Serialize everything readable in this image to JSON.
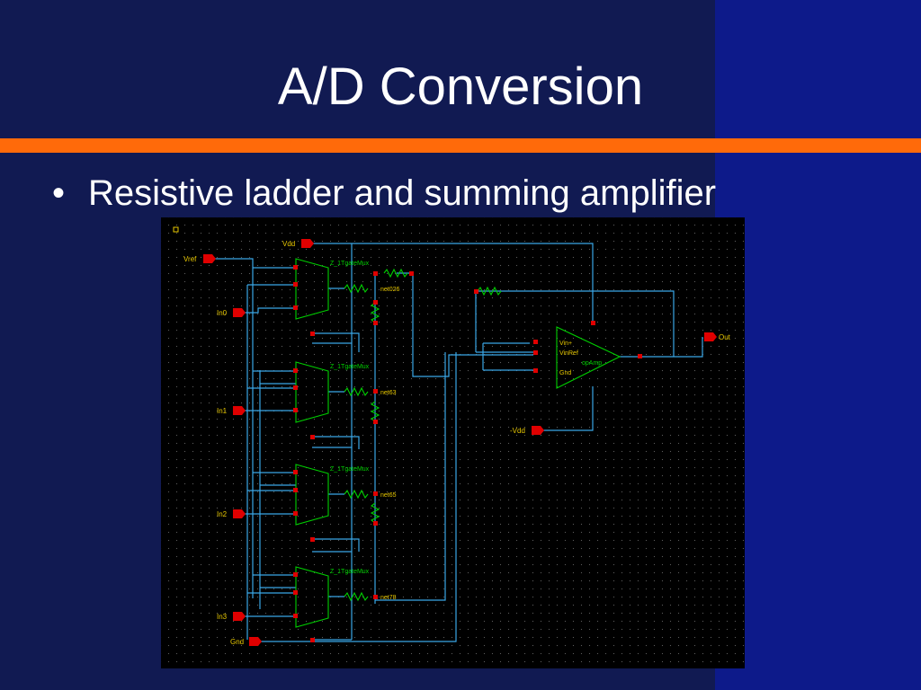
{
  "slide": {
    "title": "A/D Conversion",
    "bullet": "Resistive ladder and summing amplifier",
    "bullet_symbol": "•"
  },
  "schematic": {
    "pins": {
      "vdd": "Vdd",
      "vref": "Vref",
      "in0": "In0",
      "in1": "In1",
      "in2": "In2",
      "in3": "In3",
      "gnd": "Gnd",
      "neg_vdd": "-Vdd",
      "out": "Out"
    },
    "mux_labels": [
      "Z_1TgateMux",
      "Z_1TgateMux",
      "Z_1TgateMux",
      "Z_1TgateMux"
    ],
    "nets": [
      "net026",
      "net63",
      "net65",
      "net78"
    ],
    "opamp": {
      "label": "opAmp",
      "vin_plus": "Vin+",
      "vin_ref": "VinRef",
      "gnd": "Gnd"
    },
    "colors": {
      "background": "#000000",
      "wire": "#3aa7e6",
      "component": "#00d000",
      "pin": "#e00000",
      "label": "#e8c800"
    }
  }
}
